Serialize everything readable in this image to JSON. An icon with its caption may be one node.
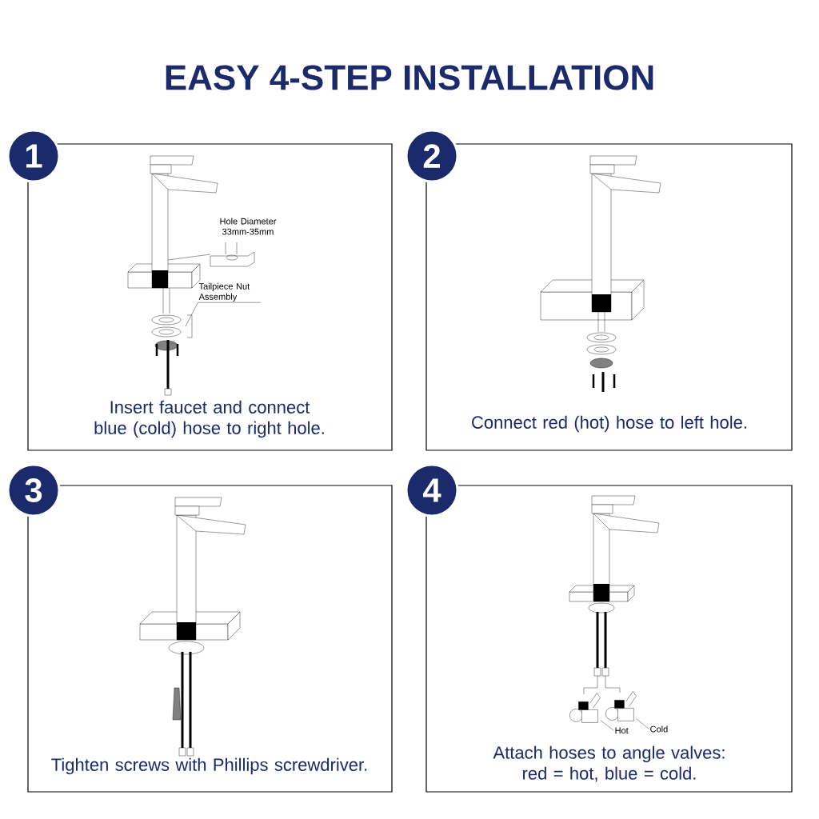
{
  "diagram": {
    "title": "EASY 4-STEP INSTALLATION",
    "nodes": [
      {
        "text": [
          "1"
        ]
      },
      {
        "text": [
          "Insert faucet and connect blue (cold) hose to right hole."
        ]
      },
      {
        "text": [
          "2"
        ]
      },
      {
        "text": [
          "Connect red (hot) hose to left hole."
        ]
      },
      {
        "text": [
          "3"
        ]
      },
      {
        "text": [
          "Tighten screws with Phillips screwdriver."
        ]
      },
      {
        "text": [
          "4"
        ]
      },
      {
        "text": [
          "Attach hoses to angle valves: red = hot, blue = cold."
        ]
      },
      {
        "text": [
          "Tailpiece Nut Assembly"
        ],
        "in": 1
      },
      {
        "text": [
          "Hot"
        ],
        "in": 7
      },
      {
        "text": [
          "Cold"
        ],
        "in": 7
      },
      {
        "text": [],
        "shape": "picture",
        "in": 7
      },
      {
        "text": [],
        "shape": "picture",
        "in": 7
      }
    ],
    "edges": [
      {
        "from": 8,
        "to": null,
        "arrow": "none"
      },
      {
        "from": 9,
        "to": 11,
        "arrow": "none"
      },
      {
        "from": 10,
        "to": 12,
        "arrow": "none"
      }
    ],
    "labels": [
      "Hole Diameter 33mm-35mm"
    ]
  }
}
